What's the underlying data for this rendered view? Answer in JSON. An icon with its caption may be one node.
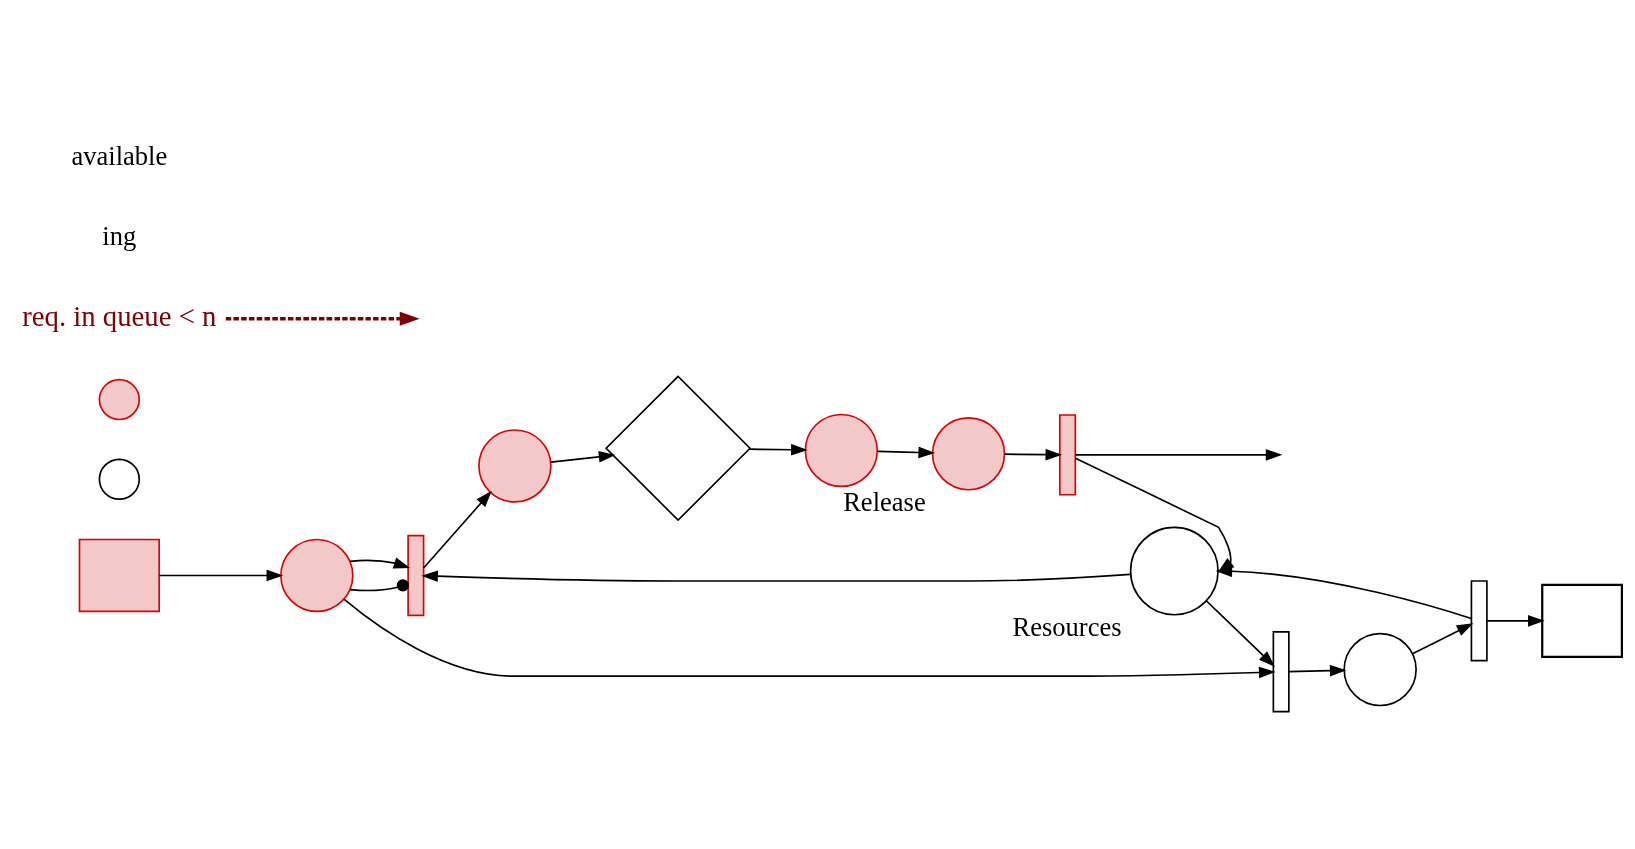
{
  "diagram": {
    "nodes": [
      {
        "text": [],
        "shape": "box"
      },
      {
        "text": [],
        "shape": "circle"
      },
      {
        "text": [],
        "shape": "bar"
      },
      {
        "text": [],
        "shape": "circle"
      },
      {
        "text": [],
        "shape": "diamond"
      },
      {
        "text": [],
        "shape": "circle"
      },
      {
        "text": [],
        "shape": "circle"
      },
      {
        "text": [],
        "shape": "circle"
      },
      {
        "text": [],
        "shape": "circle",
        "beside": [
          "Release"
        ]
      },
      {
        "text": [],
        "shape": "bar"
      },
      {
        "text": [],
        "shape": "circle",
        "beside": [
          "Resources"
        ]
      },
      {
        "text": [],
        "shape": "bar"
      },
      {
        "text": [],
        "shape": "circle"
      },
      {
        "text": [],
        "shape": "bar"
      },
      {
        "text": [],
        "shape": "box"
      },
      {
        "text": [
          "req. in queue < n"
        ]
      }
    ],
    "edges": [
      {
        "from": 0,
        "to": 1,
        "arrow": "to"
      },
      {
        "from": 1,
        "to": 2,
        "arrow": "other"
      },
      {
        "from": 1,
        "to": 2,
        "arrow": "to"
      },
      {
        "from": 2,
        "to": 3,
        "arrow": "to"
      },
      {
        "from": 3,
        "to": 4,
        "arrow": "to"
      },
      {
        "from": 4,
        "to": 7,
        "arrow": "to"
      },
      {
        "from": 7,
        "to": 8,
        "arrow": "to"
      },
      {
        "from": 8,
        "to": 9,
        "arrow": "to"
      },
      {
        "from": 9,
        "to": null,
        "arrow": "to"
      },
      {
        "from": 9,
        "to": 10,
        "arrow": "to"
      },
      {
        "from": 10,
        "to": 2,
        "arrow": "to"
      },
      {
        "from": 10,
        "to": 11,
        "arrow": "to"
      },
      {
        "from": 1,
        "to": 11,
        "arrow": "to"
      },
      {
        "from": 11,
        "to": 12,
        "arrow": "to"
      },
      {
        "from": 12,
        "to": 13,
        "arrow": "to"
      },
      {
        "from": 13,
        "to": 14,
        "arrow": "to"
      },
      {
        "from": 13,
        "to": 10,
        "arrow": "to"
      },
      {
        "from": 15,
        "to": null,
        "arrow": "to",
        "style": "dashed",
        "color": "#7f0000"
      }
    ],
    "labels": [
      "ing",
      "available"
    ]
  }
}
